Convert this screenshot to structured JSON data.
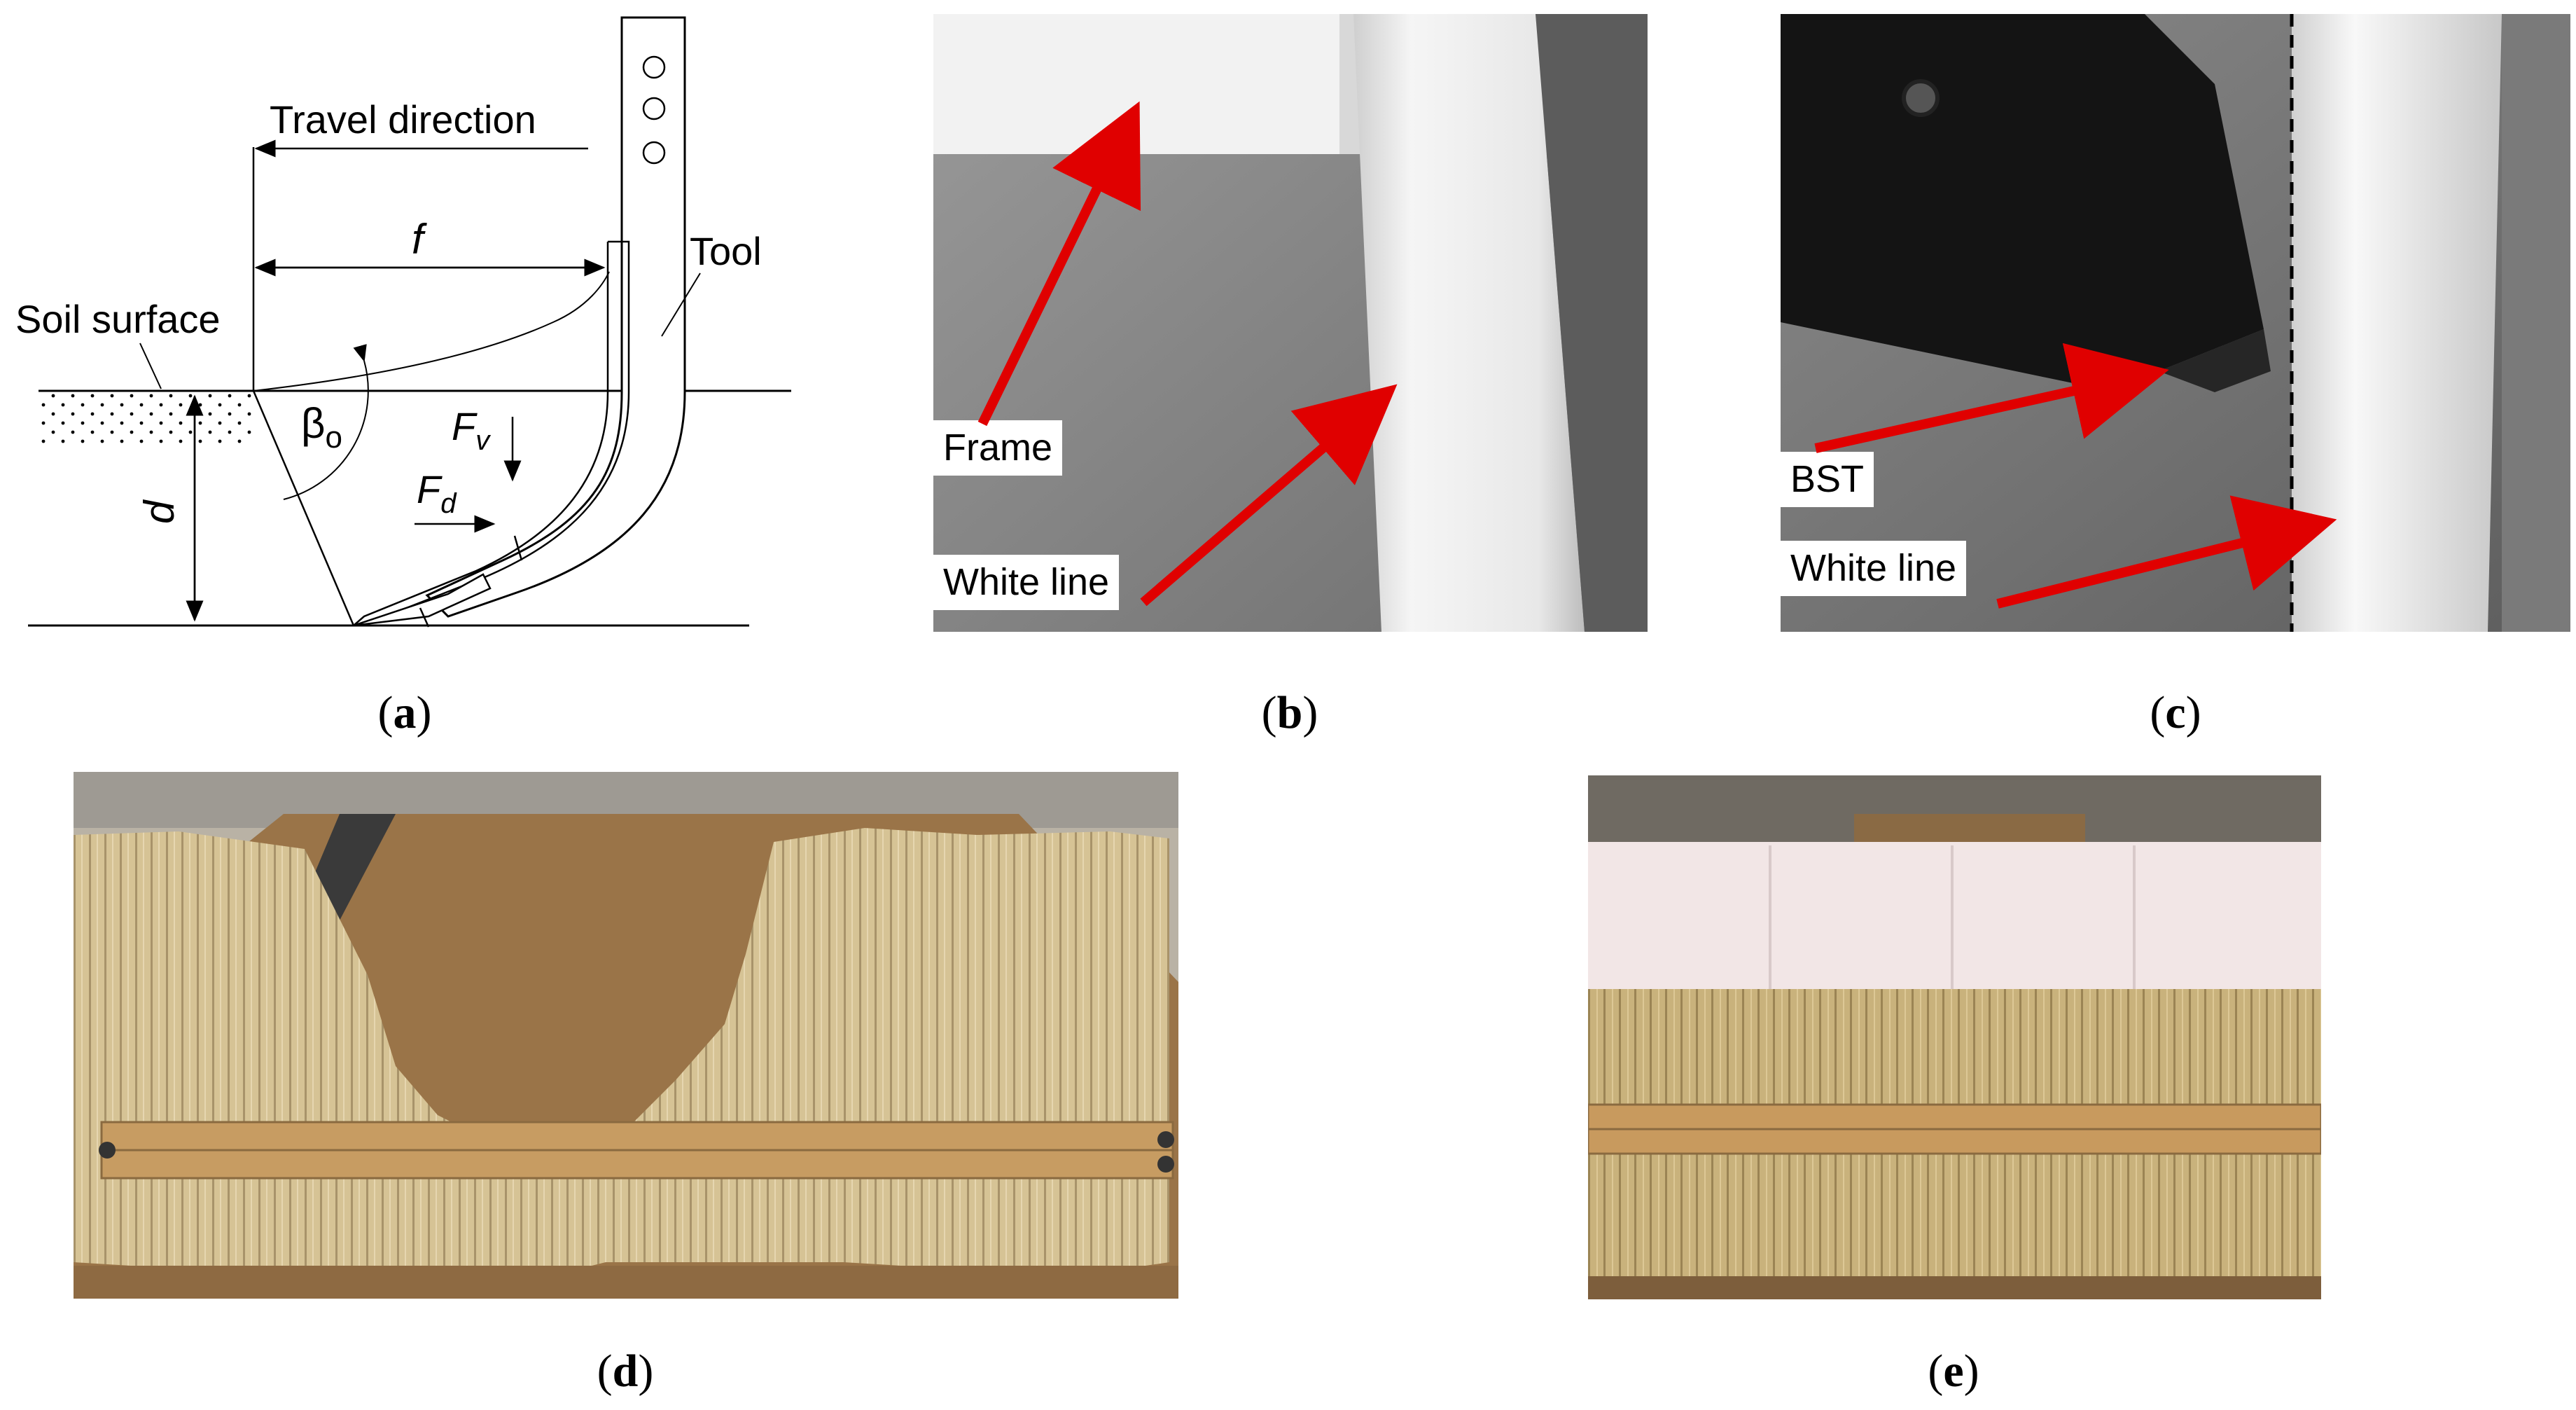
{
  "panel_a": {
    "travel_direction": "Travel direction",
    "f_label": "f",
    "tool_label": "Tool",
    "soil_surface_label": "Soil surface",
    "beta_label": "β",
    "beta_sub": "o",
    "fv_label": "F",
    "fv_sub": "v",
    "fd_label": "F",
    "fd_sub": "d",
    "d_label": "d"
  },
  "panel_b": {
    "frame_label": "Frame",
    "white_line_label": "White line"
  },
  "panel_c": {
    "bst_label": "BST",
    "white_line_label": "White line"
  },
  "captions": {
    "a": "a",
    "b": "b",
    "c": "c",
    "d": "d",
    "e": "e"
  },
  "colors": {
    "arrow": "#e00000",
    "soil": "#7a5530",
    "slat": "#d8c49a",
    "cloth": "#f3e6e6"
  }
}
